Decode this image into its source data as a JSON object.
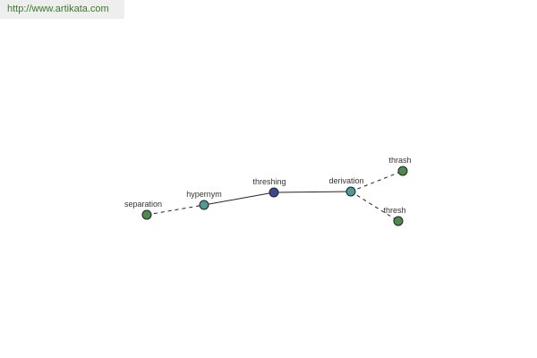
{
  "header": {
    "url": "http://www.artikata.com"
  },
  "graph": {
    "nodes": [
      {
        "id": "separation",
        "label": "separation",
        "color": "#4e8a4e"
      },
      {
        "id": "hypernym",
        "label": "hypernym",
        "color": "#4e9a94"
      },
      {
        "id": "threshing",
        "label": "threshing",
        "color": "#3a4a8e"
      },
      {
        "id": "derivation",
        "label": "derivation",
        "color": "#4e9a94"
      },
      {
        "id": "thrash",
        "label": "thrash",
        "color": "#4e8a4e"
      },
      {
        "id": "thresh",
        "label": "thresh",
        "color": "#4e8a4e"
      }
    ],
    "edges": [
      {
        "from": "separation",
        "to": "hypernym",
        "style": "dashed"
      },
      {
        "from": "hypernym",
        "to": "threshing",
        "style": "solid"
      },
      {
        "from": "threshing",
        "to": "derivation",
        "style": "solid"
      },
      {
        "from": "derivation",
        "to": "thrash",
        "style": "dashed"
      },
      {
        "from": "derivation",
        "to": "thresh",
        "style": "dashed"
      }
    ]
  }
}
